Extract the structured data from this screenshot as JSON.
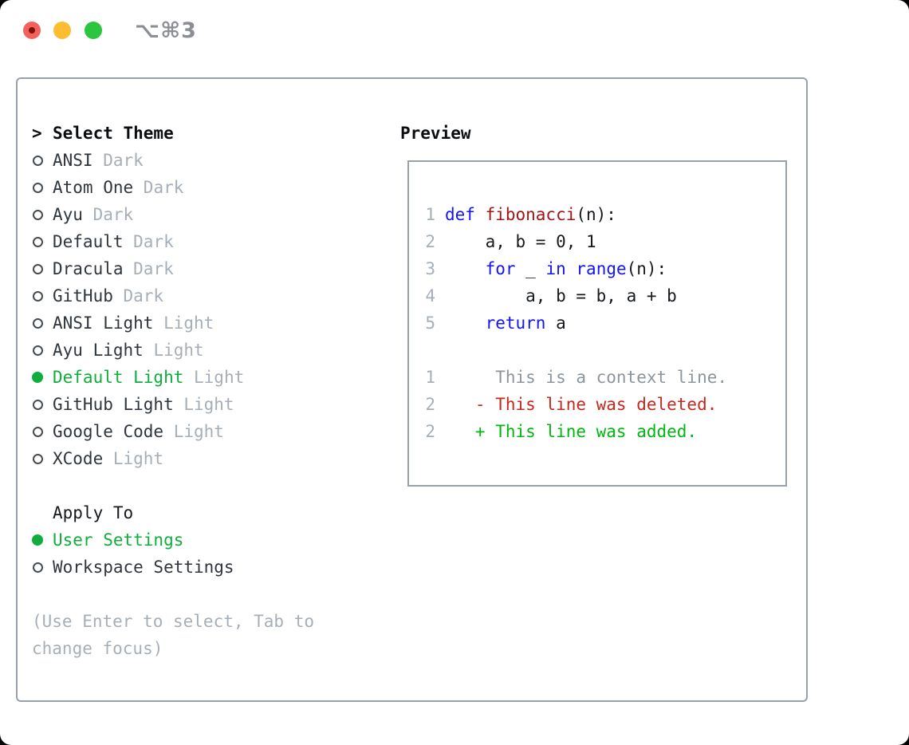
{
  "window": {
    "shortcut_label": "⌥⌘3",
    "traffic_lights": {
      "close_color": "#f4615c",
      "minimize_color": "#fcbd30",
      "zoom_color": "#2cc53e",
      "close_dot_color": "#7e120b"
    }
  },
  "colors": {
    "panel_border": "#98a1ab",
    "selected_green": "#0fae3c",
    "keyword_blue": "#1414f5",
    "function_red": "#a31515",
    "diff_deleted_red": "#c5281c",
    "diff_added_green": "#00b70f",
    "muted_gray": "#a6afb8",
    "text_dark": "#2f353c"
  },
  "left": {
    "title_prefix": ">",
    "title": "Select Theme",
    "themes": [
      {
        "name": "ANSI",
        "tag": "Dark",
        "selected": false
      },
      {
        "name": "Atom One",
        "tag": "Dark",
        "selected": false
      },
      {
        "name": "Ayu",
        "tag": "Dark",
        "selected": false
      },
      {
        "name": "Default",
        "tag": "Dark",
        "selected": false
      },
      {
        "name": "Dracula",
        "tag": "Dark",
        "selected": false
      },
      {
        "name": "GitHub",
        "tag": "Dark",
        "selected": false
      },
      {
        "name": "ANSI Light",
        "tag": "Light",
        "selected": false
      },
      {
        "name": "Ayu Light",
        "tag": "Light",
        "selected": false
      },
      {
        "name": "Default Light",
        "tag": "Light",
        "selected": true
      },
      {
        "name": "GitHub Light",
        "tag": "Light",
        "selected": false
      },
      {
        "name": "Google Code",
        "tag": "Light",
        "selected": false
      },
      {
        "name": "XCode",
        "tag": "Light",
        "selected": false
      }
    ],
    "apply_to": {
      "title": "Apply To",
      "options": [
        {
          "label": "User Settings",
          "selected": true
        },
        {
          "label": "Workspace Settings",
          "selected": false
        }
      ]
    },
    "hint_lines": [
      "(Use Enter to select, Tab to",
      "change focus)"
    ]
  },
  "preview": {
    "title": "Preview",
    "lines": [
      {
        "num": "1",
        "tokens": [
          [
            "kw",
            "def "
          ],
          [
            "fn",
            "fibonacci"
          ],
          [
            "pl",
            "(n):"
          ]
        ]
      },
      {
        "num": "2",
        "tokens": [
          [
            "pl",
            "    a, b = 0, 1"
          ]
        ]
      },
      {
        "num": "3",
        "tokens": [
          [
            "pl",
            "    "
          ],
          [
            "kw",
            "for"
          ],
          [
            "pl",
            " _ "
          ],
          [
            "kw",
            "in"
          ],
          [
            "pl",
            " "
          ],
          [
            "kw",
            "range"
          ],
          [
            "pl",
            "(n):"
          ]
        ]
      },
      {
        "num": "4",
        "tokens": [
          [
            "pl",
            "        a, b = b, a + b"
          ]
        ]
      },
      {
        "num": "5",
        "tokens": [
          [
            "pl",
            "    "
          ],
          [
            "kw",
            "return"
          ],
          [
            "pl",
            " a"
          ]
        ]
      },
      {
        "num": "",
        "tokens": []
      },
      {
        "num": "1",
        "tokens": [
          [
            "ctx",
            "     This is a context line."
          ]
        ]
      },
      {
        "num": "2",
        "tokens": [
          [
            "del",
            "   - This line was deleted."
          ]
        ]
      },
      {
        "num": "2",
        "tokens": [
          [
            "add",
            "   + This line was added."
          ]
        ]
      }
    ]
  }
}
